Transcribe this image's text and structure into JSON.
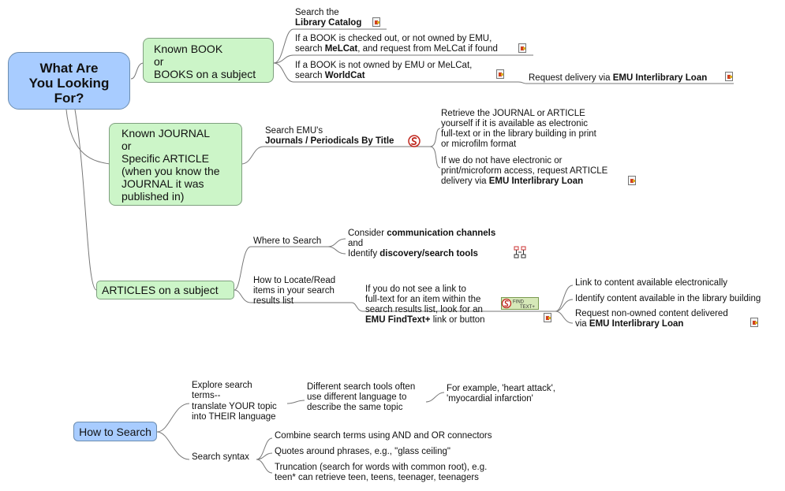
{
  "root": {
    "lines": [
      "What Are",
      "You Looking",
      "For?"
    ]
  },
  "book": {
    "lines": [
      "Known BOOK",
      "or",
      "BOOKS on a subject"
    ],
    "catalog": {
      "line1": "Search the",
      "line2": "Library Catalog"
    },
    "melcat": {
      "line1": "If a BOOK is checked out, or not owned by EMU,",
      "pre": "search ",
      "bold": "MeLCat",
      "post": ", and request from MeLCat if found"
    },
    "worldcat": {
      "line1": "If a BOOK is not owned by EMU or MeLCat,",
      "pre": "search ",
      "bold": "WorldCat"
    },
    "ill": {
      "pre": "Request delivery via ",
      "bold": "EMU Interlibrary Loan"
    }
  },
  "journal": {
    "lines": [
      "Known JOURNAL",
      "or",
      "Specific ARTICLE",
      "(when you know the",
      "JOURNAL it was",
      "published in)"
    ],
    "search": {
      "line1": "Search EMU's",
      "line2": "Journals / Periodicals By Title"
    },
    "retrieve": [
      "Retrieve the JOURNAL or ARTICLE",
      "yourself if it is available as electronic",
      "full-text or in the library building in print",
      "or microfilm format"
    ],
    "request": {
      "line1": "If we do not have electronic or",
      "line2": "print/microform access, request ARTICLE",
      "pre": "delivery via ",
      "bold": "EMU Interlibrary Loan"
    }
  },
  "articles": {
    "label": "ARTICLES on a subject",
    "where": {
      "label": "Where to Search",
      "line1": "Consider ",
      "line1_bold": "communication channels",
      "line2": "and",
      "line3": "Identify ",
      "line3_bold": "discovery/search tools"
    },
    "how": {
      "lines": [
        "How to Locate/Read",
        "items in your search",
        "results list"
      ],
      "detail": [
        "If you do not see a link to",
        "full-text for an item within the",
        "search results list, look for an"
      ],
      "detail_bold": "EMU FindText+",
      "detail_post": " link or button",
      "findtext_logo": "FIND TEXT+",
      "outcomes": {
        "link": "Link to content available electronically",
        "identify": "Identify content available in the library building",
        "request_line1": "Request non-owned content delivered",
        "request_pre": "via ",
        "request_bold": "EMU Interlibrary Loan"
      }
    }
  },
  "how_search": {
    "label": "How to Search",
    "explore": [
      "Explore search",
      "terms--",
      "translate YOUR topic",
      "into THEIR language"
    ],
    "tools": [
      "Different search tools often",
      "use different language to",
      "describe the same topic"
    ],
    "example": [
      "For example, 'heart attack',",
      "'myocardial infarction'"
    ],
    "syntax": {
      "label": "Search syntax",
      "combine": "Combine search terms using AND and OR connectors",
      "quotes": "Quotes around phrases, e.g., \"glass ceiling\"",
      "trunc_line1": "Truncation (search for words with common root), e.g.",
      "trunc_line2": "teen* can retrieve teen, teens, teenager, teenagers"
    }
  },
  "colors": {
    "root_fill": "#a8ccff",
    "branch_fill": "#ccf5c8",
    "line": "#7a7a7a"
  },
  "icons": [
    "document-icon",
    "sfx-logo-icon",
    "network-chart-icon",
    "findtext-logo-icon"
  ]
}
